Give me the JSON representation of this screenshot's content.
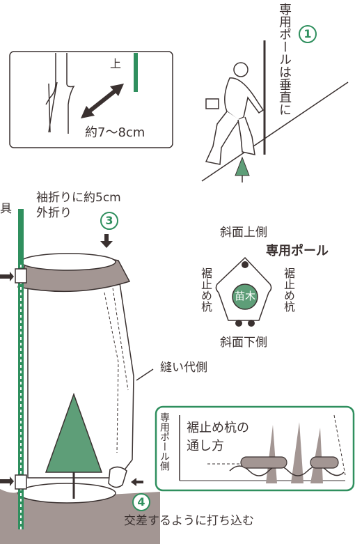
{
  "step1": {
    "number": "1",
    "caption": "専用ポールは垂直に"
  },
  "inset_top": {
    "top_label": "上",
    "distance": "約7〜8cm"
  },
  "step3": {
    "number": "3",
    "fold_line1": "袖折りに約5cm",
    "fold_line2": "外折り",
    "left_edge_char": "具"
  },
  "layout_plan": {
    "slope_top": "斜面上側",
    "pole_label": "専用ポール",
    "left_stake": "裾止め杭",
    "right_stake": "裾止め杭",
    "seedling": "苗木",
    "slope_bottom": "斜面下側"
  },
  "seam_label": "縫い代側",
  "inset_bottom": {
    "side_label": "専用ポール側",
    "title_line1": "裾止め杭の",
    "title_line2": "通し方"
  },
  "step4": {
    "number": "4",
    "caption": "交差するように打ち込む"
  },
  "colors": {
    "green": "#2f8f5e",
    "tree_green": "#5e9e78",
    "brown": "#a39693",
    "ink": "#3a3130"
  }
}
